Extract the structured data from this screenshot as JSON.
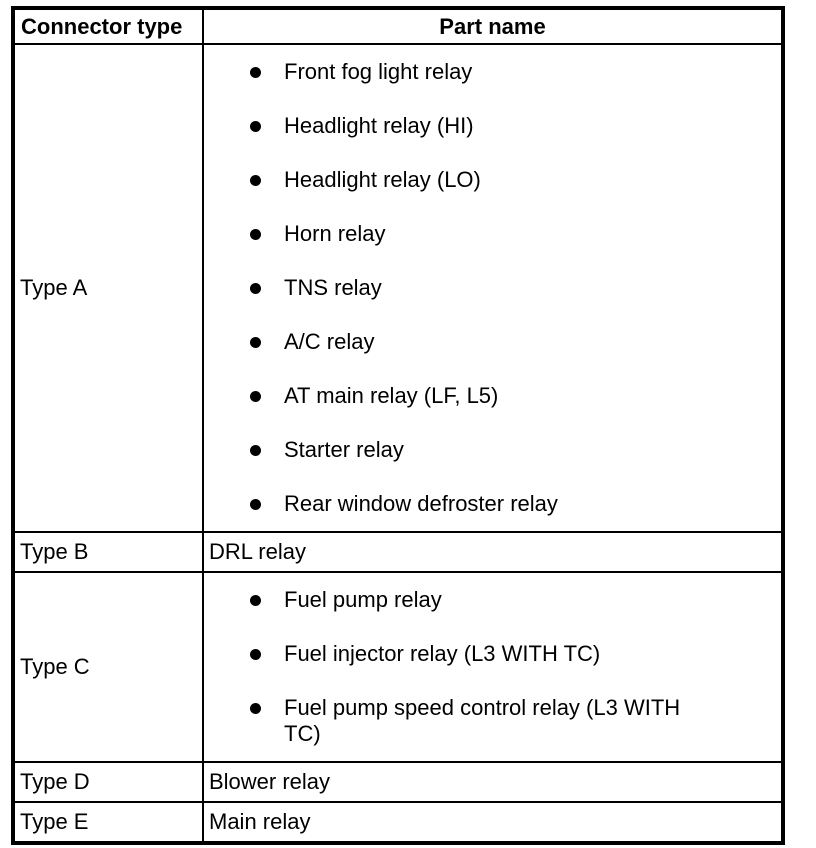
{
  "colors": {
    "border": "#000000",
    "background": "#ffffff",
    "text": "#000000"
  },
  "table": {
    "headers": {
      "connector_type": "Connector type",
      "part_name": "Part name"
    },
    "rows": [
      {
        "type": "Type A",
        "style": "bulleted",
        "parts": [
          "Front fog light relay",
          "Headlight relay (HI)",
          "Headlight relay (LO)",
          "Horn relay",
          "TNS relay",
          "A/C relay",
          "AT main relay (LF, L5)",
          "Starter relay",
          "Rear window defroster relay"
        ]
      },
      {
        "type": "Type B",
        "style": "plain",
        "parts": [
          "DRL relay"
        ]
      },
      {
        "type": "Type C",
        "style": "bulleted",
        "parts": [
          "Fuel pump relay",
          "Fuel injector relay (L3 WITH TC)",
          "Fuel pump speed control relay (L3 WITH TC)"
        ]
      },
      {
        "type": "Type D",
        "style": "plain",
        "parts": [
          "Blower relay"
        ]
      },
      {
        "type": "Type E",
        "style": "plain",
        "parts": [
          "Main relay"
        ]
      }
    ]
  }
}
